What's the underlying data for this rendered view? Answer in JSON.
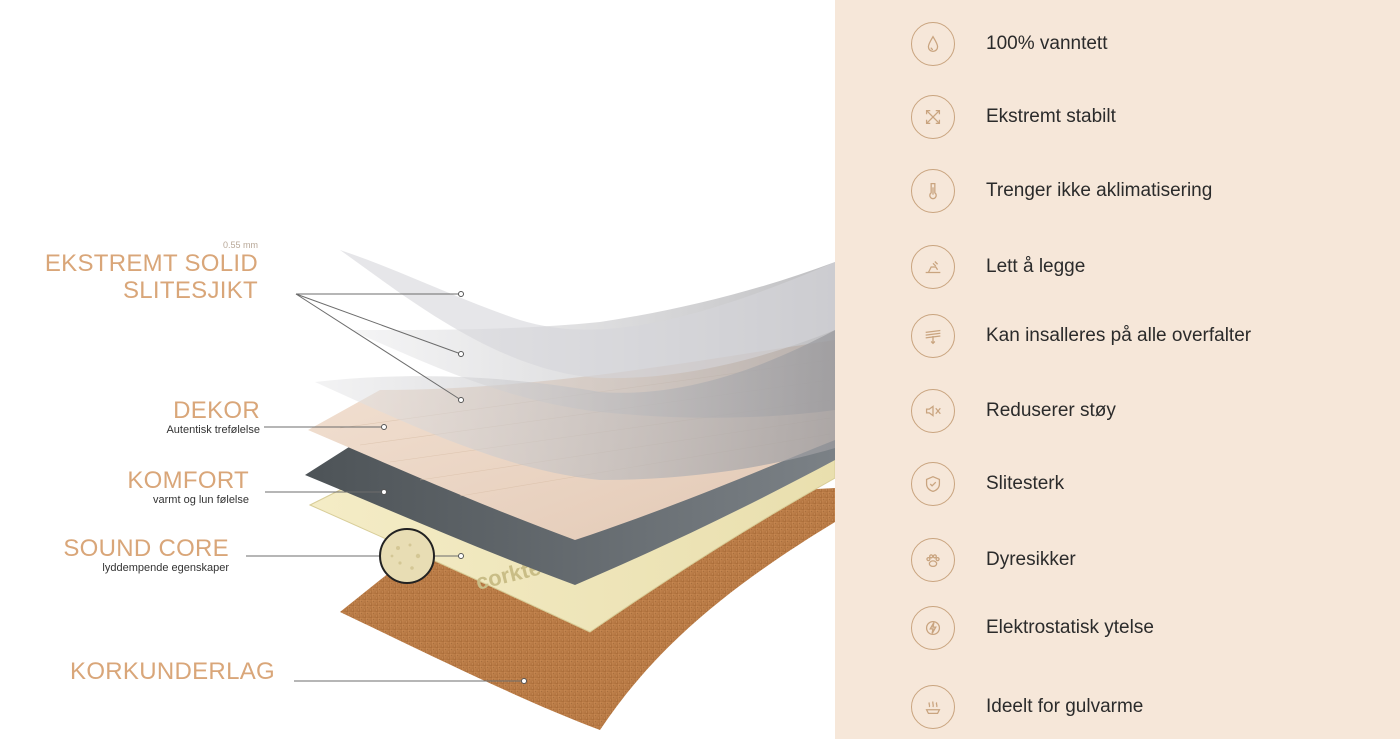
{
  "layers": [
    {
      "title": "EKSTREMT SOLID\nSLITESJIKT",
      "title_line1": "EKSTREMT SOLID",
      "title_line2": "SLITESJIKT",
      "thickness": "0.55 mm"
    },
    {
      "title": "DEKOR",
      "subtitle": "Autentisk trefølelse"
    },
    {
      "title": "KOMFORT",
      "subtitle": "varmt og lun følelse"
    },
    {
      "title": "SOUND CORE",
      "subtitle": "lyddempende egenskaper"
    },
    {
      "title": "KORKUNDERLAG"
    }
  ],
  "features": [
    {
      "icon": "water-drop-icon",
      "label": "100% vanntett"
    },
    {
      "icon": "cross-arrows-icon",
      "label": "Ekstremt stabilt"
    },
    {
      "icon": "thermometer-icon",
      "label": "Trenger ikke aklimatisering"
    },
    {
      "icon": "hand-install-icon",
      "label": "Lett å legge"
    },
    {
      "icon": "surface-layers-icon",
      "label": "Kan insalleres på alle overfalter"
    },
    {
      "icon": "speaker-mute-icon",
      "label": "Reduserer støy"
    },
    {
      "icon": "shield-check-icon",
      "label": "Slitesterk"
    },
    {
      "icon": "paw-icon",
      "label": "Dyresikker"
    },
    {
      "icon": "lightning-icon",
      "label": "Elektrostatisk ytelse"
    },
    {
      "icon": "floor-heating-icon",
      "label": "Ideelt for gulvarme"
    }
  ],
  "brand_text": "corktec",
  "colors": {
    "label_accent": "#d9a679",
    "panel_background": "#f6e7d9",
    "icon_stroke": "#c9a47f",
    "cork": "#b97a45"
  }
}
